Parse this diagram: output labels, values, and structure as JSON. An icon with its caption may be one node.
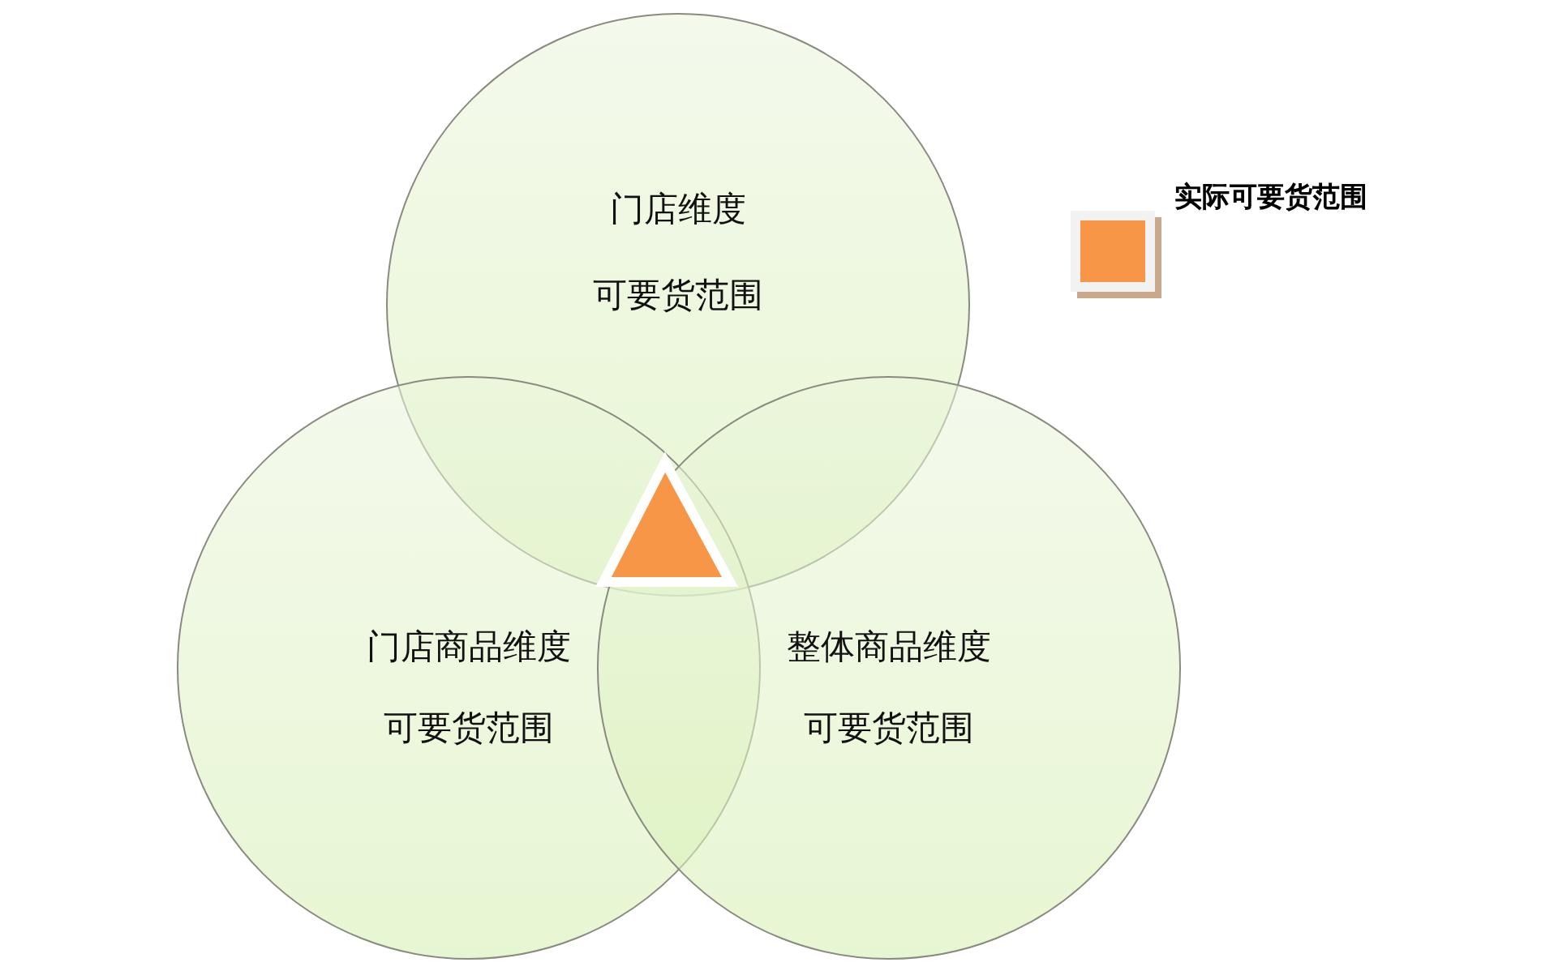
{
  "diagram": {
    "nodes": [
      {
        "text": [
          "门店维度",
          "可要货范围"
        ]
      },
      {
        "text": [
          "门店商品维度",
          "可要货范围"
        ]
      },
      {
        "text": [
          "整体商品维度",
          "可要货范围"
        ]
      },
      {
        "text": [],
        "shape": "triangle"
      }
    ],
    "legend": [
      {
        "text": "实际可要货范围",
        "color": "#f79646"
      }
    ]
  }
}
